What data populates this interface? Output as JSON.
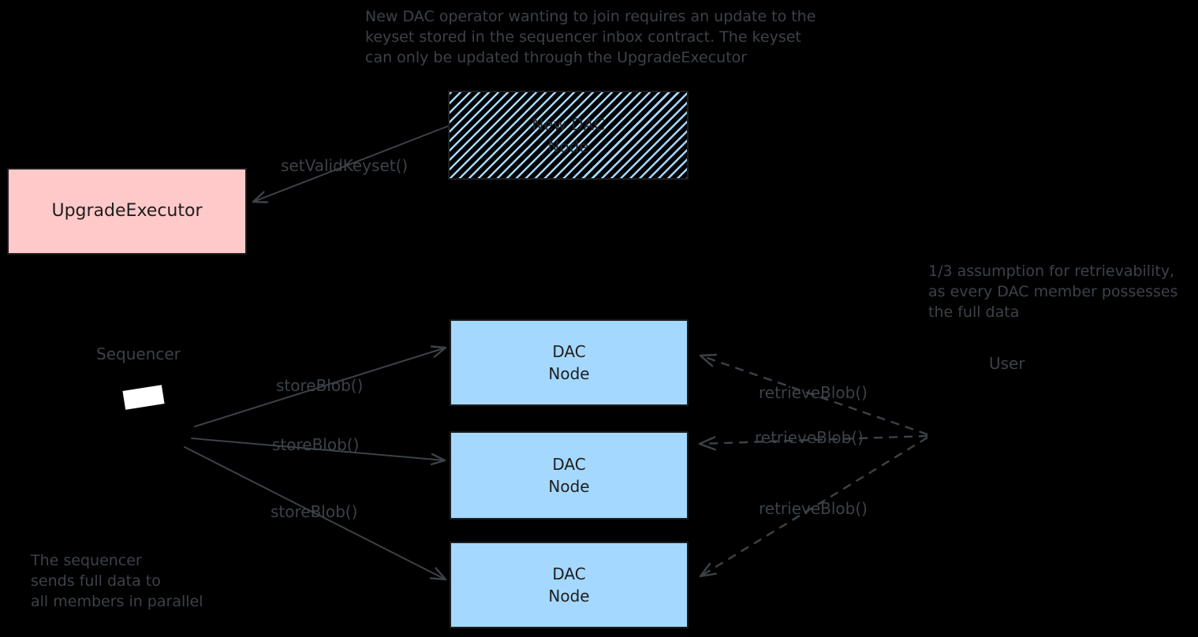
{
  "diagram": {
    "background_color": "#000000",
    "colors": {
      "annotation_text": "#3c4248",
      "arrow_stroke": "#3c4248",
      "box_border": "#1e1e1e",
      "box_text": "#1e1e1e",
      "upgrade_executor_fill": "#ffc9c9",
      "dac_node_fill": "#a5d8ff",
      "hatch_color": "#a5d8ff",
      "sequencer_icon_color": "#ffffff"
    },
    "notes": {
      "top": [
        "New DAC operator wanting to join requires an update to the",
        "keyset stored in the sequencer inbox contract. The keyset",
        "can only be updated through the UpgradeExecutor"
      ],
      "right": [
        "1/3 assumption for retrievability,",
        "as every DAC member possesses",
        "the full data"
      ],
      "bottom_left": [
        "The sequencer",
        "sends full data to",
        "all members in parallel"
      ]
    },
    "boxes": {
      "new_dac_node": {
        "lines": [
          "New DAC",
          "Node"
        ],
        "fill_style": "hatched"
      },
      "upgrade_executor": {
        "label": "UpgradeExecutor"
      },
      "dac_node_1": {
        "lines": [
          "DAC",
          "Node"
        ]
      },
      "dac_node_2": {
        "lines": [
          "DAC",
          "Node"
        ]
      },
      "dac_node_3": {
        "lines": [
          "DAC",
          "Node"
        ]
      }
    },
    "actors": {
      "sequencer": {
        "label": "Sequencer"
      },
      "user": {
        "label": "User"
      }
    },
    "edges": {
      "set_valid_keyset": {
        "label": "setValidKeyset()",
        "style": "solid"
      },
      "store_blob_1": {
        "label": "storeBlob()",
        "style": "solid"
      },
      "store_blob_2": {
        "label": "storeBlob()",
        "style": "solid"
      },
      "store_blob_3": {
        "label": "storeBlob()",
        "style": "solid"
      },
      "retrieve_blob_1": {
        "label": "retrieveBlob()",
        "style": "dashed"
      },
      "retrieve_blob_2": {
        "label": "retrieveBlob()",
        "style": "dashed"
      },
      "retrieve_blob_3": {
        "label": "retrieveBlob()",
        "style": "dashed"
      }
    }
  }
}
